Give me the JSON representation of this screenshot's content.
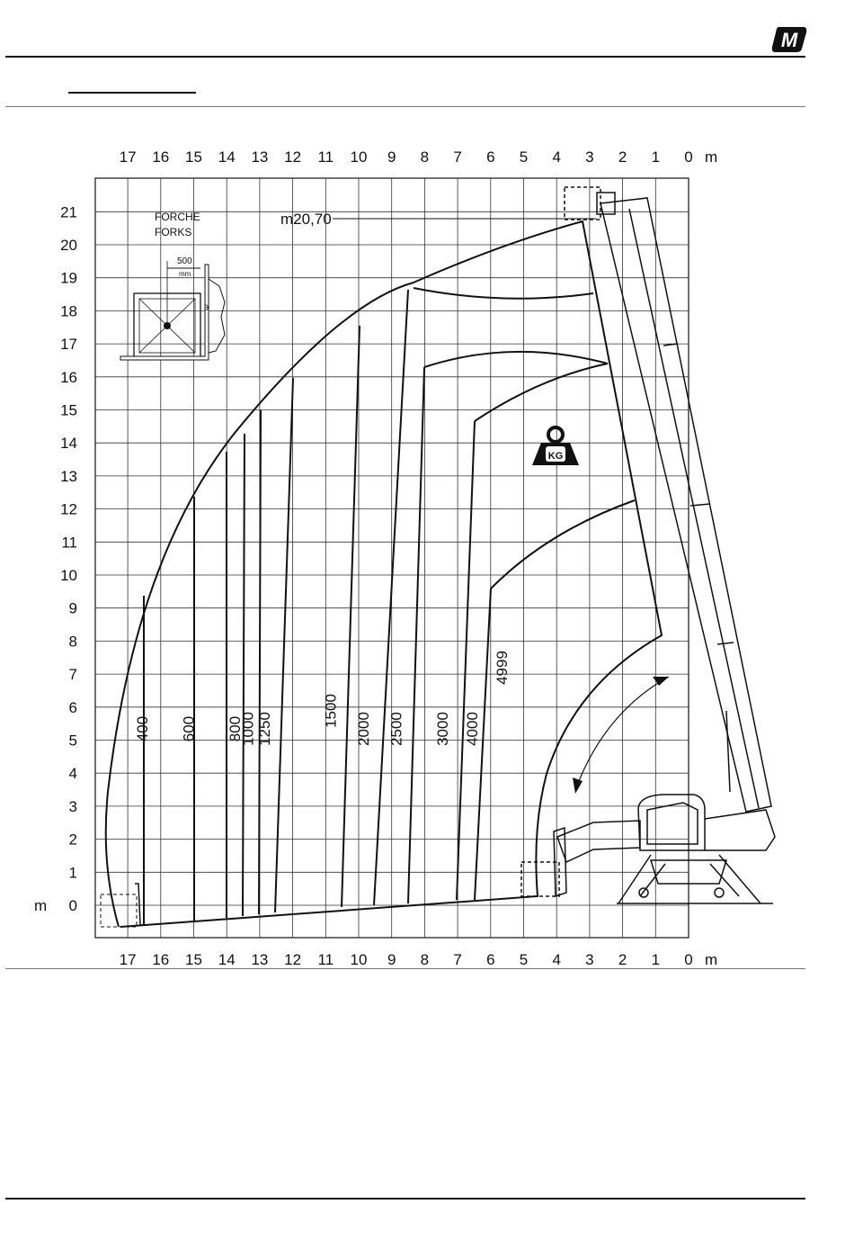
{
  "header": {
    "logo_letter": "M",
    "logo_color": "#111111"
  },
  "chart_data": {
    "type": "load-chart",
    "x_unit": "m",
    "y_unit": "m",
    "x_ticks": [
      "17",
      "16",
      "15",
      "14",
      "13",
      "12",
      "11",
      "10",
      "9",
      "8",
      "7",
      "6",
      "5",
      "4",
      "3",
      "2",
      "1",
      "0"
    ],
    "y_ticks": [
      "21",
      "20",
      "19",
      "18",
      "17",
      "16",
      "15",
      "14",
      "13",
      "12",
      "11",
      "10",
      "9",
      "8",
      "7",
      "6",
      "5",
      "4",
      "3",
      "2",
      "1",
      "0"
    ],
    "xlim": [
      18,
      0
    ],
    "ylim": [
      -1,
      22
    ],
    "max_height_label": "m20,70",
    "max_height_value": 20.7,
    "inset": {
      "title_line1": "FORCHE",
      "title_line2": "FORKS",
      "dim_value": "500",
      "dim_unit": "mm"
    },
    "weight_icon_label": "KG",
    "load_curves": [
      {
        "label": "400",
        "x": 16.4
      },
      {
        "label": "600",
        "x": 15.0
      },
      {
        "label": "800",
        "x": 13.6
      },
      {
        "label": "1000",
        "x": 13.2
      },
      {
        "label": "1250",
        "x": 12.7
      },
      {
        "label": "1500",
        "x": 10.7
      },
      {
        "label": "2000",
        "x": 9.7
      },
      {
        "label": "2500",
        "x": 8.7
      },
      {
        "label": "3000",
        "x": 7.3
      },
      {
        "label": "4000",
        "x": 6.4
      },
      {
        "label": "4999",
        "x": 5.5
      }
    ],
    "grid": true
  }
}
